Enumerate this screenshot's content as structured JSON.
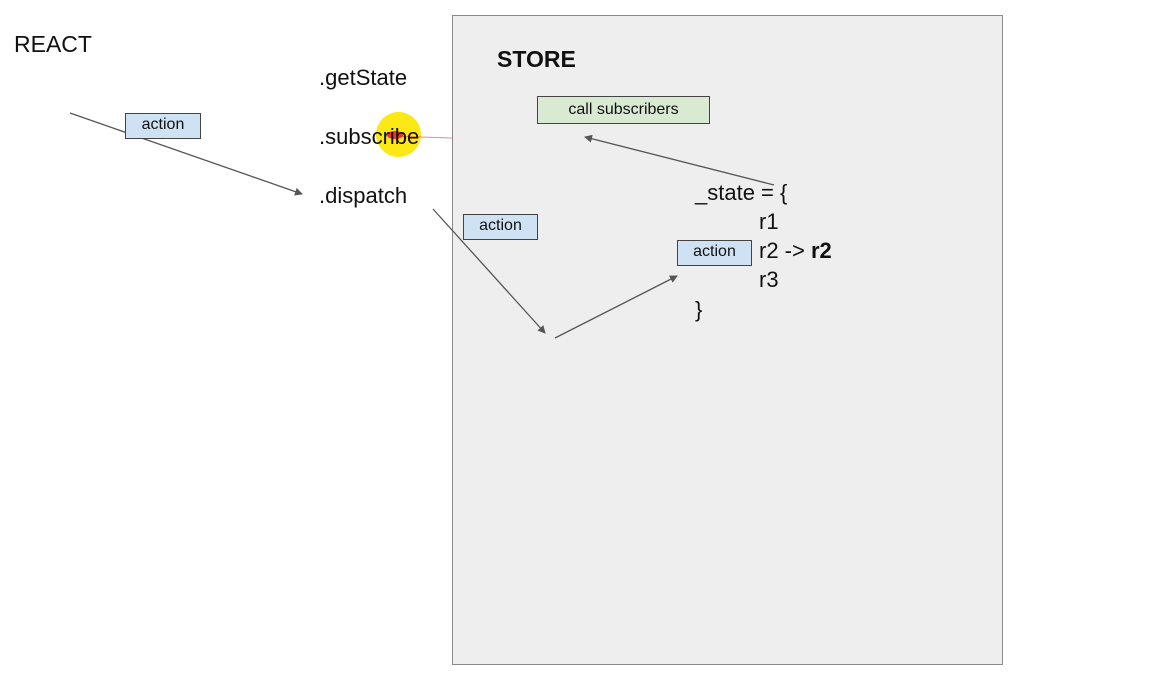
{
  "react": {
    "label": "REACT"
  },
  "methods": {
    "get_state": ".getState",
    "subscribe": ".subscribe",
    "dispatch": ".dispatch"
  },
  "store": {
    "title": "STORE",
    "call_subscribers": "call subscribers",
    "state": {
      "open": "_state = {",
      "r1": "r1",
      "r2_prefix": "r2 -> ",
      "r2_new": "r2",
      "r3": "r3",
      "close": "}"
    }
  },
  "actions": {
    "react_action": "action",
    "dispatch_action": "action",
    "reducer_action": "action"
  },
  "colors": {
    "action_fill": "#cfe2f3",
    "subscribers_fill": "#d9ead3",
    "store_fill": "#eeeeee",
    "highlight": "#fbe814",
    "pointer": "#ee3333"
  }
}
